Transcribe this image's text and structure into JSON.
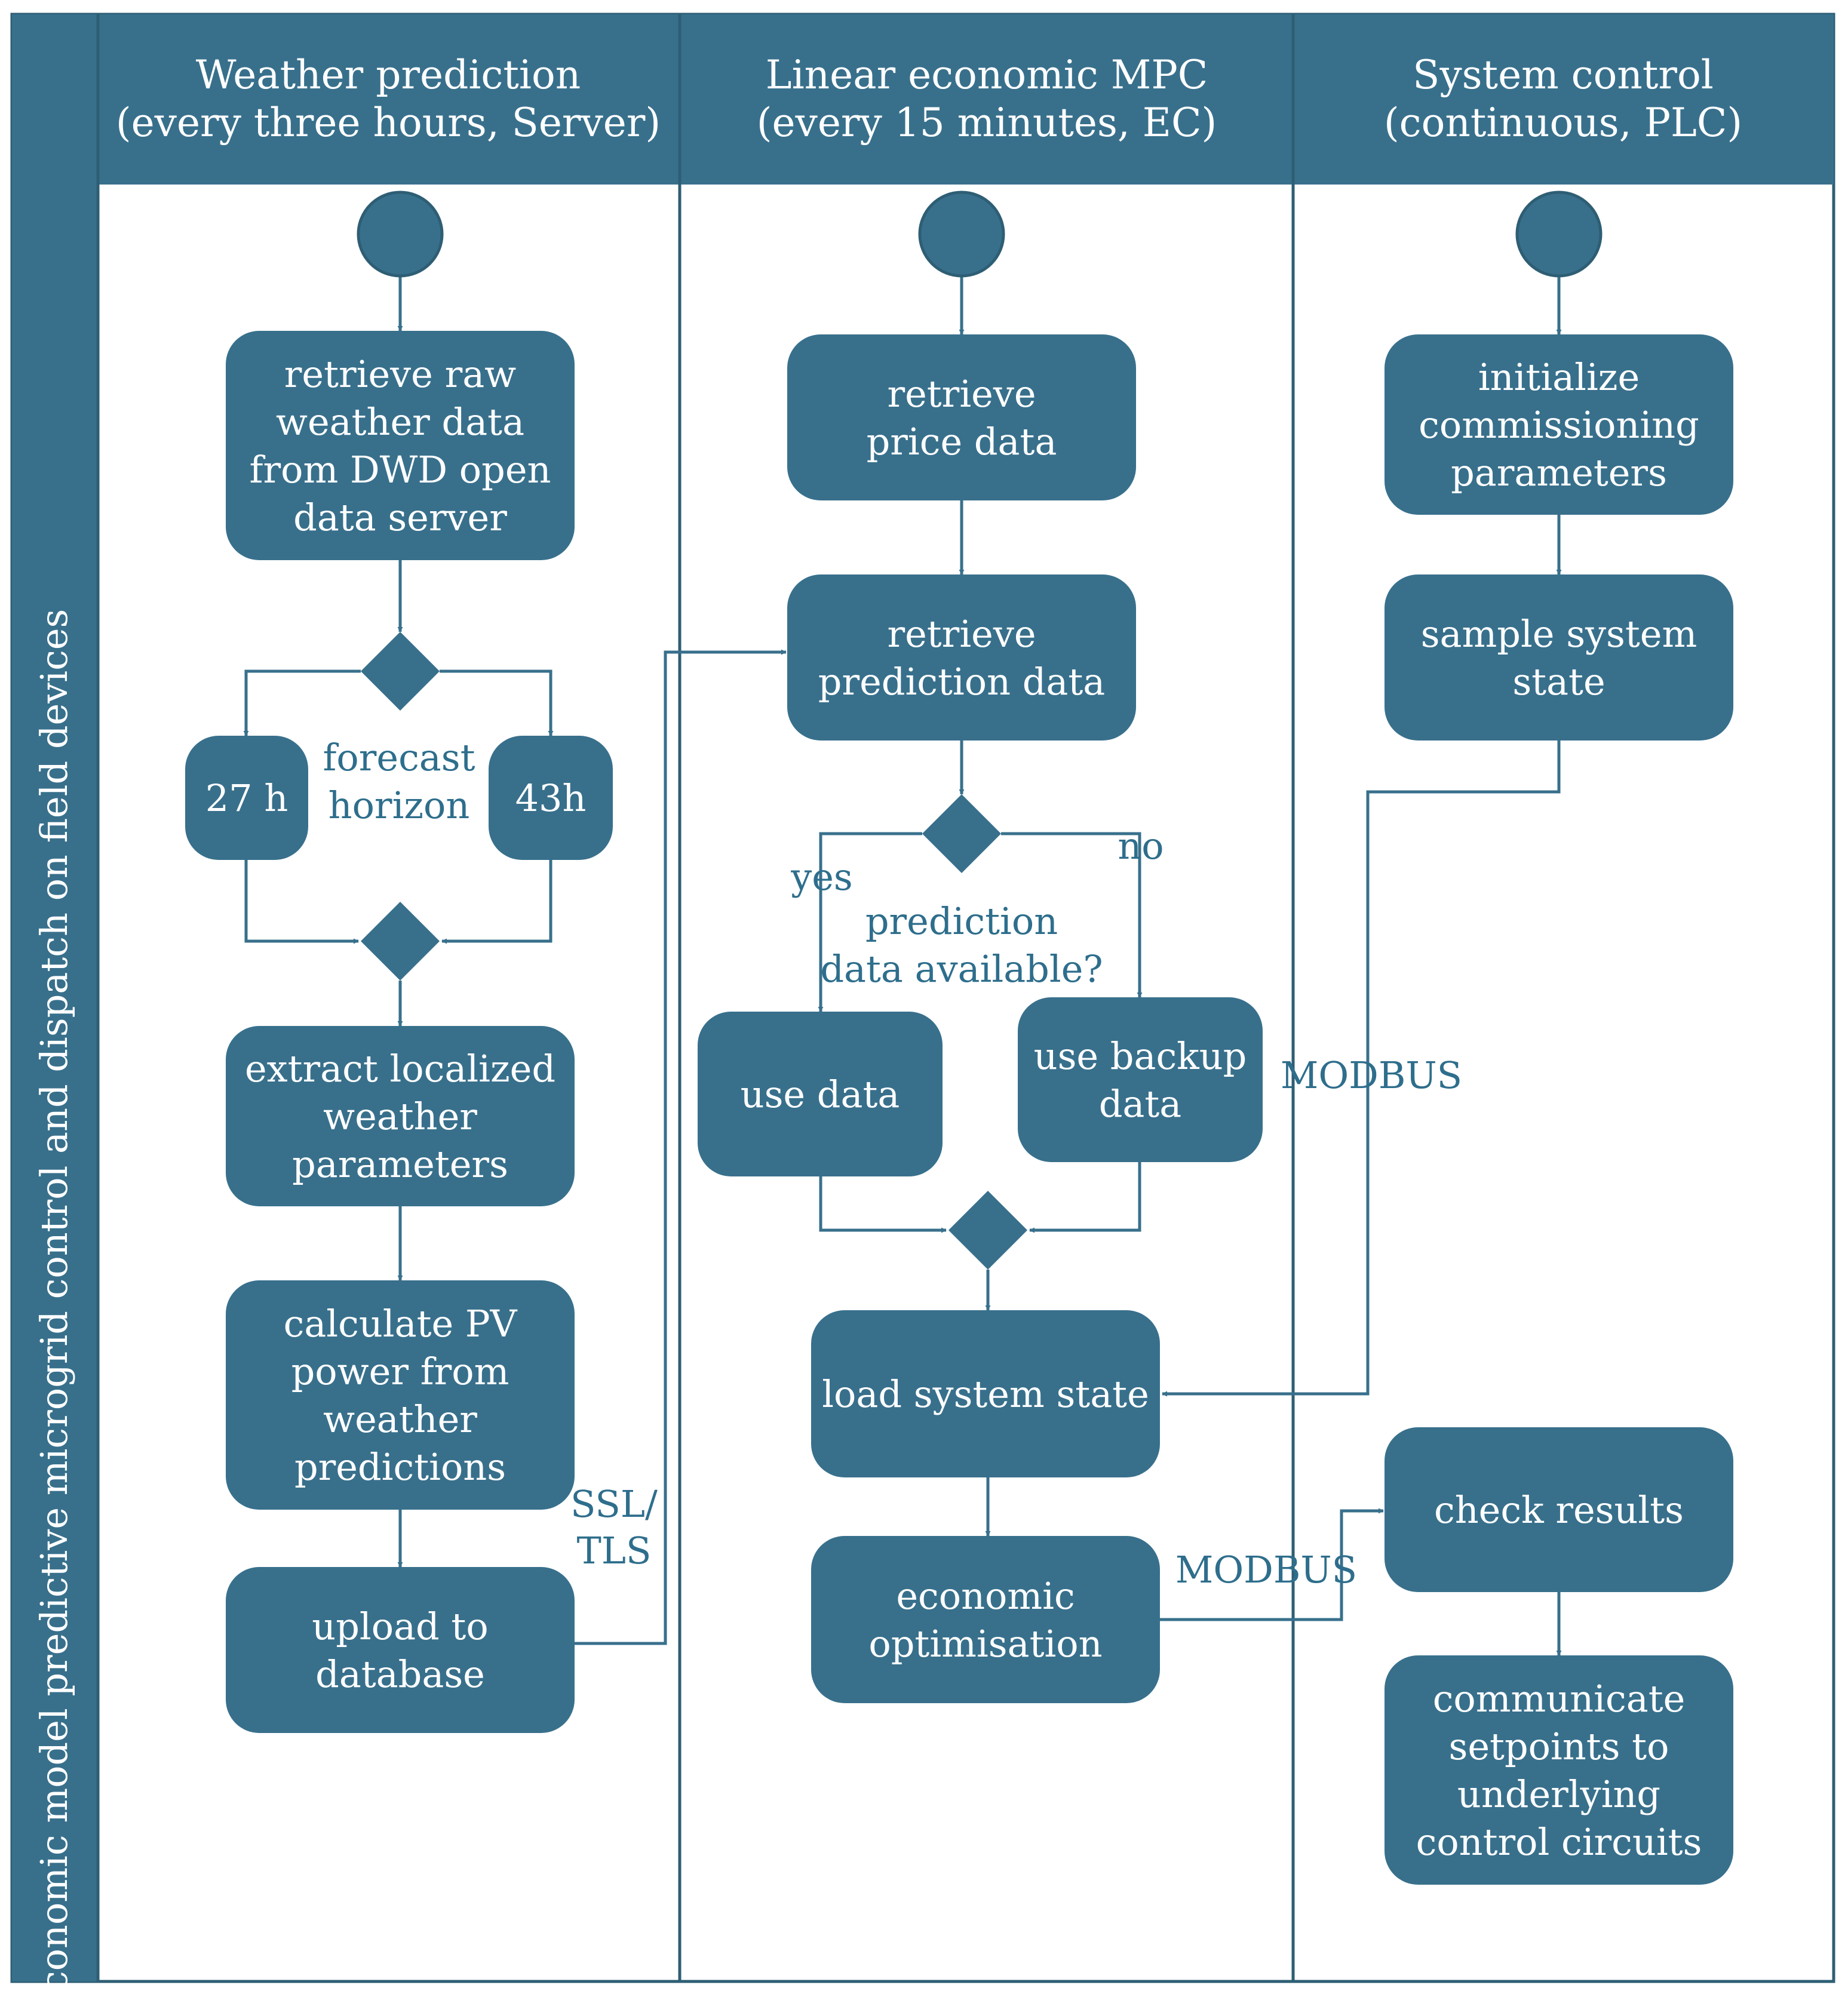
{
  "diagram": {
    "side_title": "Economic model predictive microgrid control and dispatch on field devices",
    "lanes": [
      {
        "id": "weather",
        "title_line1": "Weather prediction",
        "title_line2": "(every three hours, Server)"
      },
      {
        "id": "mpc",
        "title_line1": "Linear economic MPC",
        "title_line2": "(every 15 minutes, EC)"
      },
      {
        "id": "control",
        "title_line1": "System control",
        "title_line2": "(continuous, PLC)"
      }
    ],
    "nodes": {
      "retrieve_weather": [
        "retrieve raw",
        "weather data",
        "from DWD open",
        "data server"
      ],
      "horizon_27": [
        "27 h"
      ],
      "horizon_43": [
        "43h"
      ],
      "extract_params": [
        "extract localized",
        "weather",
        "parameters"
      ],
      "calc_pv": [
        "calculate PV",
        "power from",
        "weather",
        "predictions"
      ],
      "upload_db": [
        "upload to",
        "database"
      ],
      "retrieve_price": [
        "retrieve",
        "price data"
      ],
      "retrieve_prediction": [
        "retrieve",
        "prediction data"
      ],
      "use_data": [
        "use data"
      ],
      "use_backup": [
        "use backup",
        "data"
      ],
      "load_state": [
        "load system state"
      ],
      "econ_opt": [
        "economic",
        "optimisation"
      ],
      "init_params": [
        "initialize",
        "commissioning",
        "parameters"
      ],
      "sample_state": [
        "sample system",
        "state"
      ],
      "check_results": [
        "check results"
      ],
      "communicate": [
        "communicate",
        "setpoints to",
        "underlying",
        "control circuits"
      ]
    },
    "labels": {
      "forecast_horizon": [
        "forecast",
        "horizon"
      ],
      "yes": "yes",
      "no": "no",
      "prediction_available": [
        "prediction",
        "data available?"
      ],
      "ssl_tls": [
        "SSL/",
        "TLS"
      ],
      "modbus_state": "MODBUS",
      "modbus_results": "MODBUS"
    },
    "colors": {
      "fill": "#38708c",
      "text_on_fill": "#ffffff",
      "label_text": "#2e6e8c",
      "background": "#ffffff"
    }
  }
}
